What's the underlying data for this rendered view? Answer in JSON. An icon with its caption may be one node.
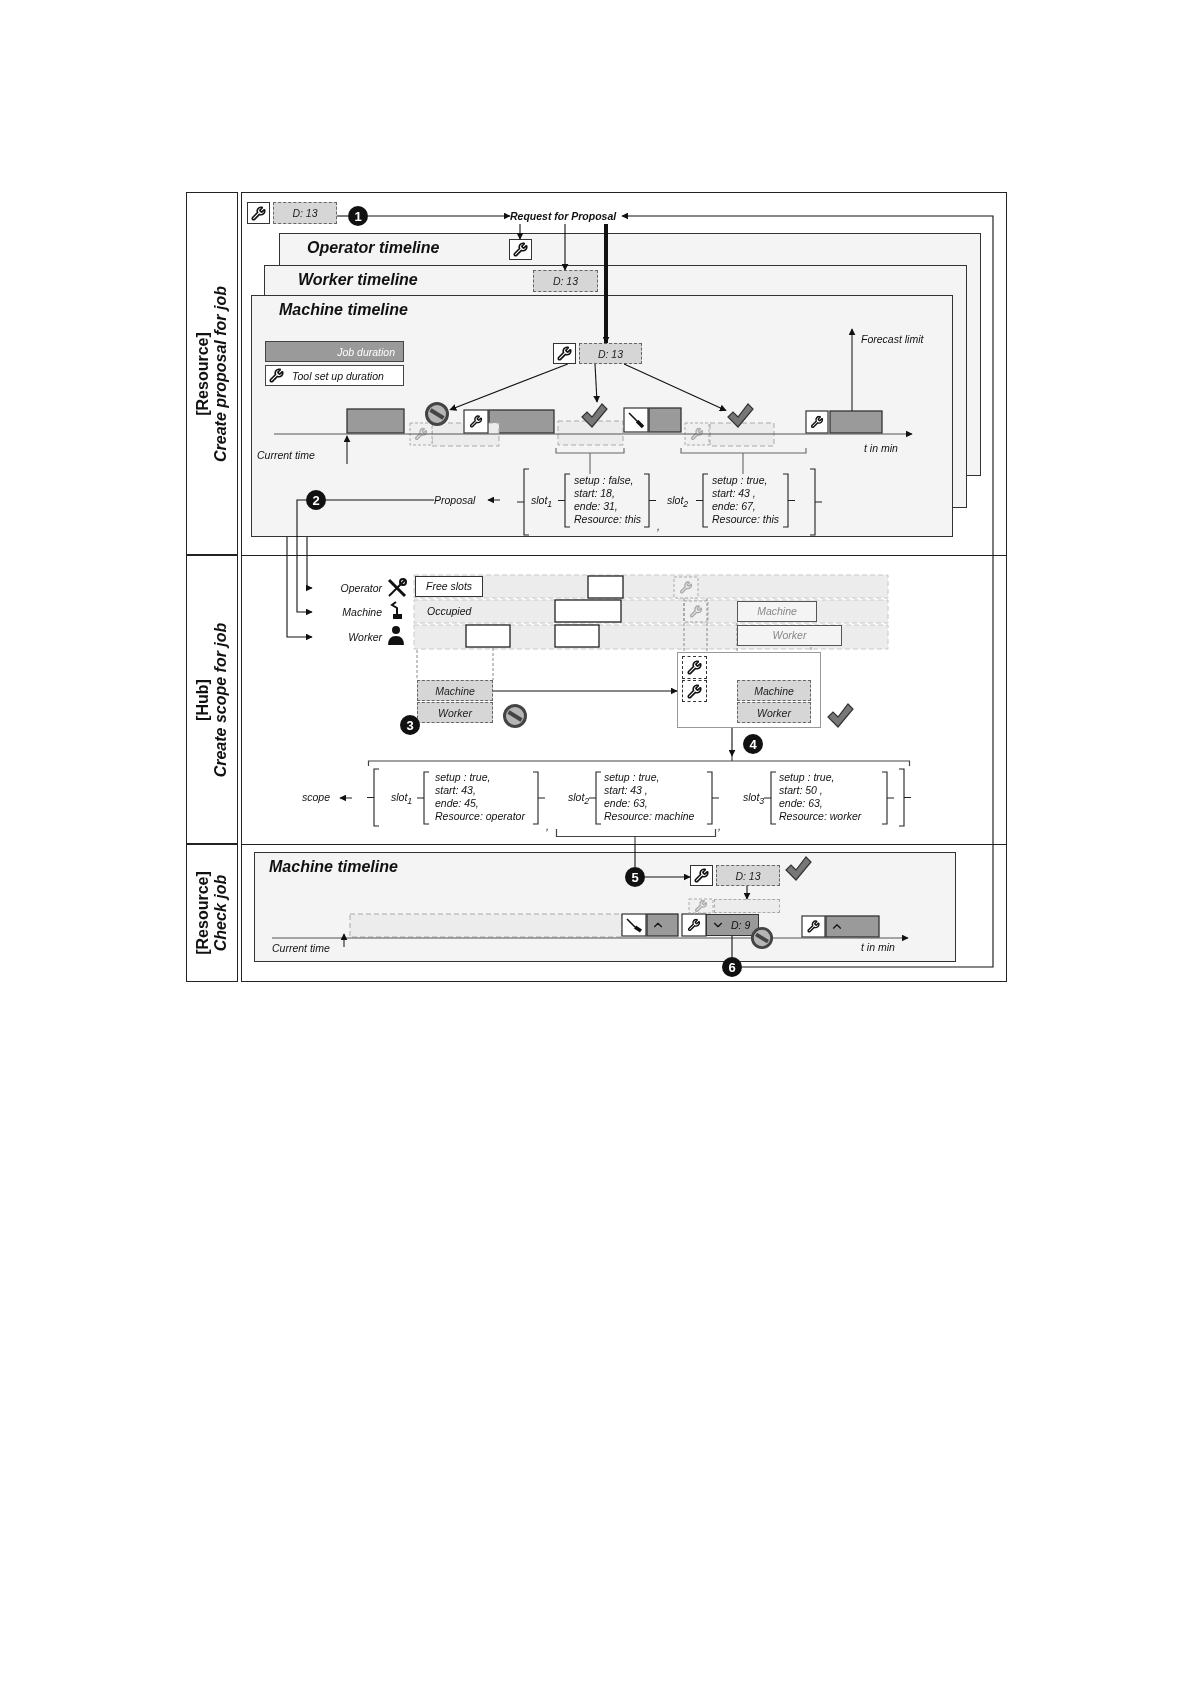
{
  "diagram": {
    "nodes": [
      {
        "text": [
          "[Resource]",
          "Create proposal for job"
        ]
      },
      {
        "text": [
          "[Hub]",
          "Create scope for job"
        ]
      },
      {
        "text": [
          "[Resource]",
          "Check job"
        ]
      },
      {
        "text": [
          "D: 13"
        ]
      },
      {
        "text": [
          "1"
        ]
      },
      {
        "text": [
          "Request for Proposal"
        ]
      },
      {
        "text": [
          "Operator timeline"
        ]
      },
      {
        "text": [
          "Worker timeline"
        ]
      },
      {
        "text": [
          "Machine timeline"
        ]
      },
      {
        "text": [],
        "shape": "box",
        "in": 6
      },
      {
        "text": [
          "D: 13"
        ],
        "in": 7
      },
      {
        "text": [
          "D: 13"
        ],
        "in": 8
      },
      {
        "text": [],
        "shape": "circle",
        "in": 8
      },
      {
        "text": [],
        "shape": "checkmark",
        "in": 8
      },
      {
        "text": [],
        "shape": "checkmark",
        "in": 8
      },
      {
        "text": [
          "Proposal"
        ],
        "in": 8
      },
      {
        "text": [
          "2"
        ],
        "in": 8
      },
      {
        "text": [
          "Operator"
        ]
      },
      {
        "text": [
          "Machine"
        ]
      },
      {
        "text": [
          "Worker"
        ]
      },
      {
        "text": [
          "Machine"
        ]
      },
      {
        "text": [
          "Worker"
        ]
      },
      {
        "text": [
          "3"
        ]
      },
      {
        "text": [],
        "shape": "circle"
      },
      {
        "text": [],
        "shape": "box"
      },
      {
        "text": [],
        "shape": "box",
        "in": 24
      },
      {
        "text": [],
        "shape": "box",
        "in": 24
      },
      {
        "text": [
          "Machine"
        ],
        "in": 24
      },
      {
        "text": [
          "Worker"
        ],
        "in": 24
      },
      {
        "text": [],
        "shape": "checkmark"
      },
      {
        "text": [
          "4"
        ]
      },
      {
        "text": [
          "Machine timeline"
        ]
      },
      {
        "text": [
          "5"
        ],
        "in": 31
      },
      {
        "text": [
          "D: 13"
        ],
        "in": 31
      },
      {
        "text": [],
        "shape": "checkmark",
        "in": 31
      },
      {
        "text": [],
        "shape": "box",
        "in": 31
      },
      {
        "text": [
          "D: 9"
        ],
        "in": 31
      },
      {
        "text": [],
        "shape": "circle",
        "in": 31
      },
      {
        "text": [
          "6"
        ]
      },
      {
        "text": [],
        "shape": "brace"
      },
      {
        "text": [],
        "shape": "brace"
      }
    ],
    "edges": [
      {
        "from": 3,
        "to": 4,
        "arrow": "none"
      },
      {
        "from": 4,
        "to": 5,
        "arrow": "to"
      },
      {
        "from": 5,
        "to": 9,
        "arrow": "to"
      },
      {
        "from": 5,
        "to": 10,
        "arrow": "to"
      },
      {
        "from": 5,
        "to": 11,
        "arrow": "to",
        "style": "thick"
      },
      {
        "from": 11,
        "to": 12,
        "arrow": "to"
      },
      {
        "from": 11,
        "to": 13,
        "arrow": "to"
      },
      {
        "from": 11,
        "to": 14,
        "arrow": "to"
      },
      {
        "from": 15,
        "to": 16,
        "arrow": "none"
      },
      {
        "from": 16,
        "to": 18,
        "arrow": "to"
      },
      {
        "from": 6,
        "to": 17,
        "arrow": "to"
      },
      {
        "from": 7,
        "to": 19,
        "arrow": "to"
      },
      {
        "from": 20,
        "to": 24,
        "arrow": "to"
      },
      {
        "from": 24,
        "to": 39,
        "arrow": "to"
      },
      {
        "from": 40,
        "to": 32,
        "arrow": "none"
      },
      {
        "from": 32,
        "to": 33,
        "arrow": "to"
      },
      {
        "from": 33,
        "to": 35,
        "arrow": "to"
      },
      {
        "from": 36,
        "to": 38,
        "arrow": "none"
      },
      {
        "from": 38,
        "to": 5,
        "arrow": "to"
      }
    ],
    "labels": [
      "Forecast limit",
      "Current time",
      "t in min",
      "slot$_{1}$",
      "setup : false, start: 18, ende: 31, Resource: this",
      ",",
      "slot$_{2}$",
      "setup : true, start: 43 , ende: 67, Resource: this",
      "Free slots",
      "Occupied",
      "Machine",
      "Worker",
      "scope",
      "slot$_{1}$",
      "setup : true, start: 43, ende: 45, Resource: operator",
      ",",
      "slot$_{2}$",
      "setup : true, start: 43 , ende: 63, Resource: machine",
      ",",
      "slot$_{3}$",
      "setup : true, start: 50 , ende: 63, Resource: worker",
      "Current time",
      "t in min"
    ],
    "legend": [
      {
        "text": "Job duration",
        "color": "#9a9a9a"
      },
      {
        "text": "Tool set up duration"
      }
    ]
  }
}
